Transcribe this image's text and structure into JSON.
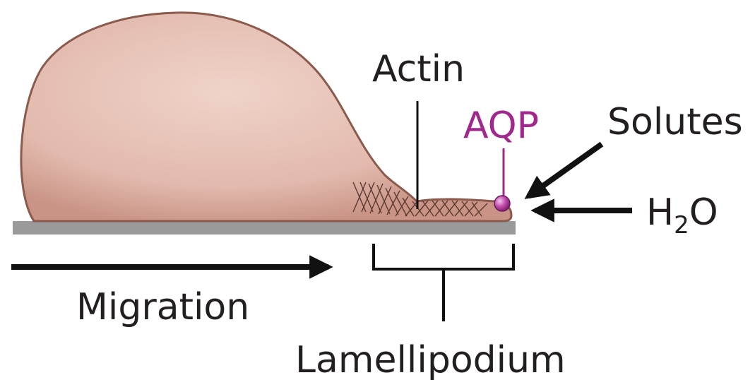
{
  "labels": {
    "actin": "Actin",
    "aqp": "AQP",
    "solutes": "Solutes",
    "water_base": "H",
    "water_subscript": "2",
    "water_tail": "O",
    "migration": "Migration",
    "lamellipodium": "Lamellipodium"
  },
  "colors": {
    "cell_fill": "#d9aca0",
    "cell_outline": "#8a5a4c",
    "substrate": "#9a9a9a",
    "aqp": "#a0288c",
    "ink": "#231f20"
  }
}
